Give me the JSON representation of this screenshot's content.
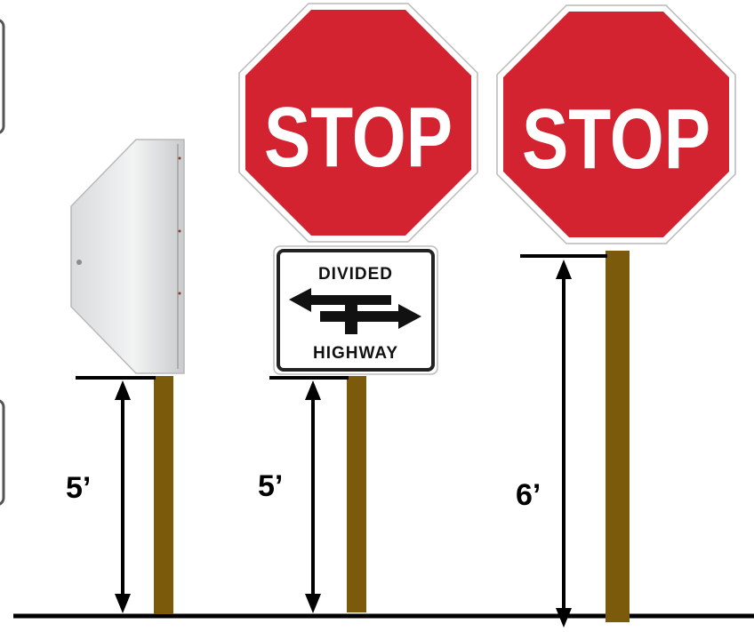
{
  "signs": {
    "stop_legend_1": "STOP",
    "stop_legend_2": "STOP",
    "plaque_line_1": "DIVIDED",
    "plaque_line_2": "HIGHWAY"
  },
  "dimensions": {
    "height_1": "5’",
    "height_2": "5’",
    "height_3": "6’"
  },
  "colors": {
    "stop_red": "#d42330",
    "post_brown": "#7b5a0c",
    "background": "#ffffff"
  }
}
